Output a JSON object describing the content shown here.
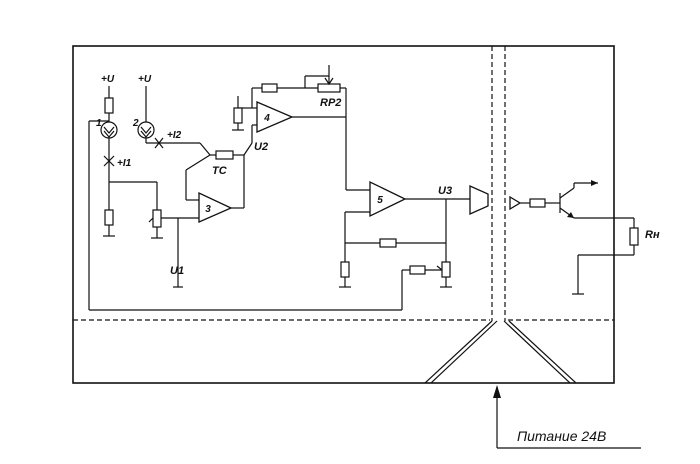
{
  "labels": {
    "plus_u_1": "+U",
    "plus_u_2": "+U",
    "node_1": "1",
    "node_2": "2",
    "i1": "+I1",
    "i2": "+I2",
    "tc": "TC",
    "u2": "U2",
    "rp2": "RP2",
    "opamp_3": "3",
    "opamp_4": "4",
    "opamp_5": "5",
    "u1": "U1",
    "u3": "U3",
    "rn": "Rн",
    "power": "Питание 24В"
  }
}
